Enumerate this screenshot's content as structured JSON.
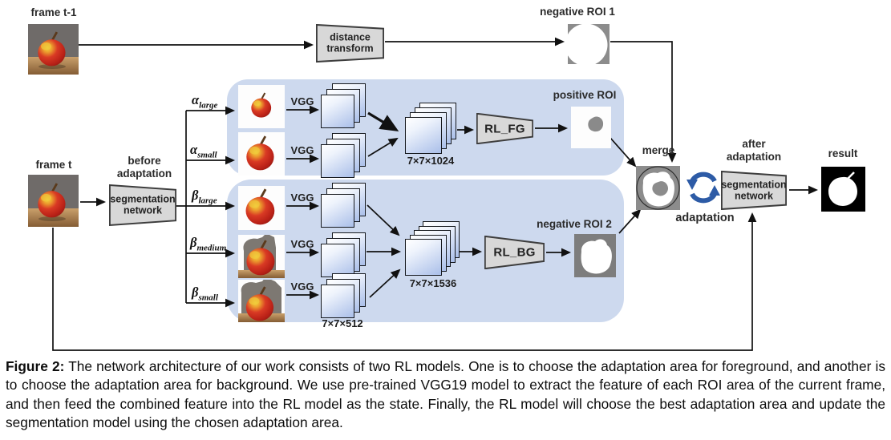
{
  "diagram": {
    "frame_t1_label": "frame t-1",
    "frame_t_label": "frame t",
    "distance_transform": "distance transform",
    "before_adaptation": "before adaptation",
    "after_adaptation": "after adaptation",
    "segmentation_network": "segmentation network",
    "negative_roi_1": "negative ROI 1",
    "positive_roi": "positive ROI",
    "negative_roi_2": "negative ROI 2",
    "merge_label": "merge",
    "adaptation_label": "adaptation",
    "result_label": "result",
    "vgg": "VGG",
    "rl_fg": "RL_FG",
    "rl_bg": "RL_BG",
    "dim_fg": "7×7×1024",
    "dim_bg": "7×7×1536",
    "dim_small": "7×7×512",
    "branches": [
      {
        "symbol": "α",
        "sub": "large"
      },
      {
        "symbol": "α",
        "sub": "small"
      },
      {
        "symbol": "β",
        "sub": "large"
      },
      {
        "symbol": "β",
        "sub": "medium"
      },
      {
        "symbol": "β",
        "sub": "small"
      }
    ],
    "colors": {
      "panel_blue": "#cdd9ee",
      "box_gray": "#d8d8d8",
      "cycle_blue": "#2d5ba6",
      "roi_gray": "#8c8c8c"
    }
  },
  "caption": {
    "label": "Figure 2:",
    "text": "The network architecture of our work consists of two RL models. One is to choose the adaptation area for foreground, and another is to choose the adaptation area for background. We use pre-trained VGG19 model to extract the feature of each ROI area of the current frame, and then feed the combined feature into the RL model as the state. Finally, the RL model will choose the best adaptation area and update the segmentation model using the chosen adaptation area."
  }
}
